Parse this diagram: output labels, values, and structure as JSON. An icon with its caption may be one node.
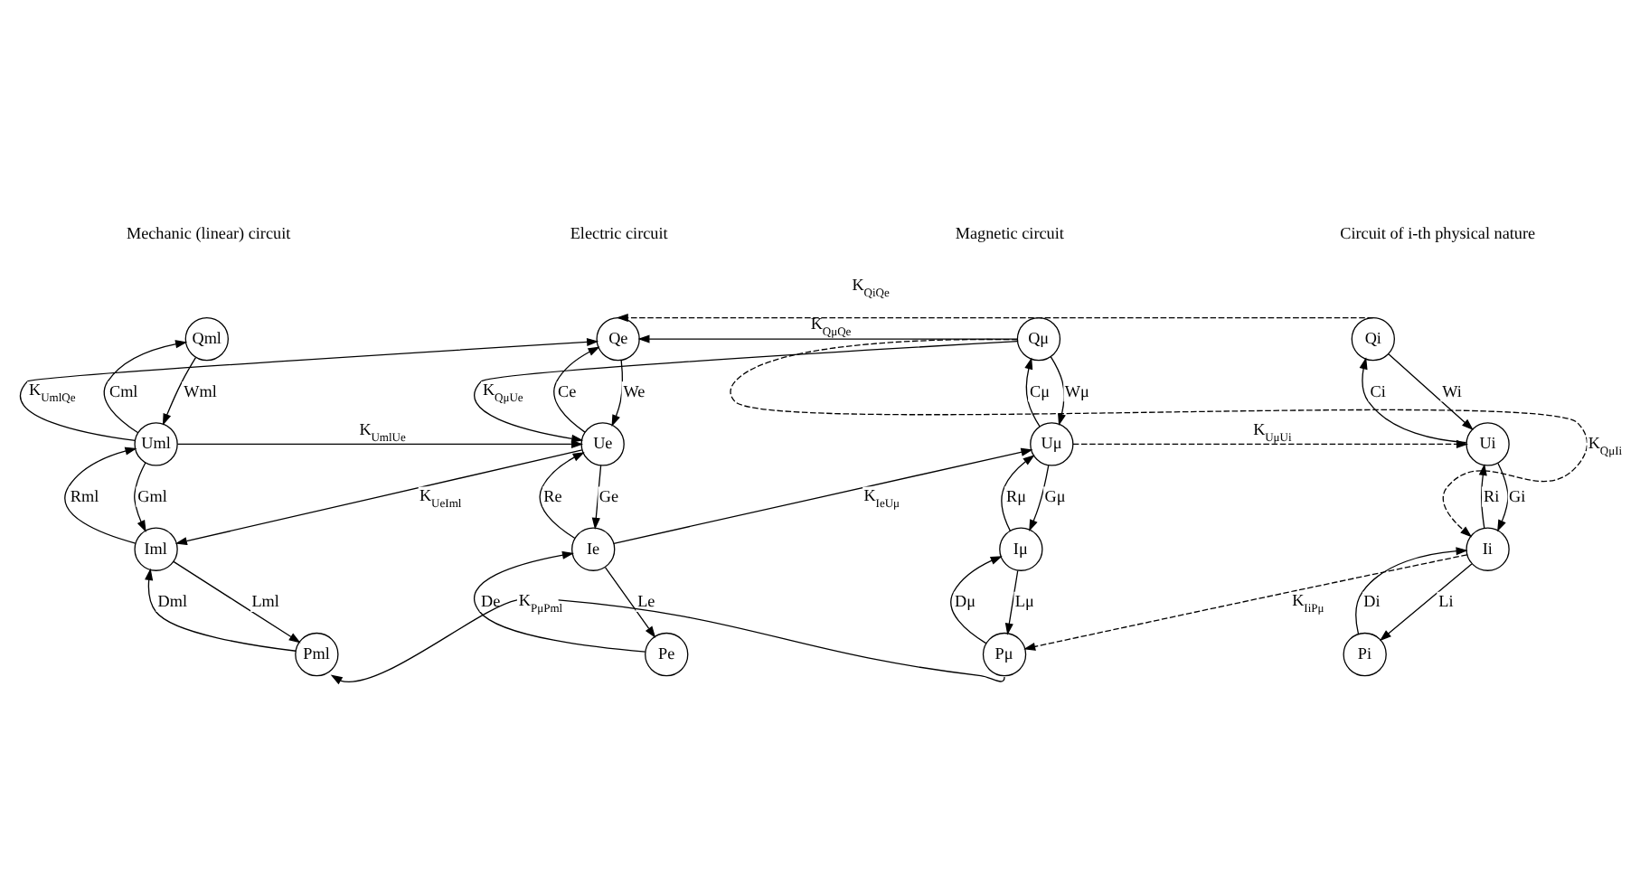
{
  "diagram": {
    "nodes": [
      {
        "text": [
          "Qml"
        ]
      },
      {
        "text": [
          "Uml"
        ]
      },
      {
        "text": [
          "Iml"
        ]
      },
      {
        "text": [
          "Pml"
        ]
      },
      {
        "text": [
          "Qe"
        ]
      },
      {
        "text": [
          "Ue"
        ]
      },
      {
        "text": [
          "Ie"
        ]
      },
      {
        "text": [
          "Pe"
        ]
      },
      {
        "text": [
          "Qμ"
        ]
      },
      {
        "text": [
          "Uμ"
        ]
      },
      {
        "text": [
          "Iμ"
        ]
      },
      {
        "text": [
          "Pμ"
        ]
      },
      {
        "text": [
          "Qi"
        ]
      },
      {
        "text": [
          "Ui"
        ]
      },
      {
        "text": [
          "Ii"
        ]
      },
      {
        "text": [
          "Pi"
        ]
      }
    ],
    "edges": [
      {
        "from": 0,
        "to": 1,
        "arrow": "to",
        "label": "Wml"
      },
      {
        "from": 1,
        "to": 0,
        "arrow": "to",
        "label": "Cml"
      },
      {
        "from": 1,
        "to": 2,
        "arrow": "to",
        "label": "Gml"
      },
      {
        "from": 2,
        "to": 1,
        "arrow": "to",
        "label": "Rml"
      },
      {
        "from": 2,
        "to": 3,
        "arrow": "to",
        "label": "Lml"
      },
      {
        "from": 3,
        "to": 2,
        "arrow": "to",
        "label": "Dml"
      },
      {
        "from": 4,
        "to": 5,
        "arrow": "to",
        "label": "We"
      },
      {
        "from": 5,
        "to": 4,
        "arrow": "to",
        "label": "Ce"
      },
      {
        "from": 5,
        "to": 6,
        "arrow": "to",
        "label": "Ge"
      },
      {
        "from": 6,
        "to": 5,
        "arrow": "to",
        "label": "Re"
      },
      {
        "from": 6,
        "to": 7,
        "arrow": "to",
        "label": "Le"
      },
      {
        "from": 7,
        "to": 6,
        "arrow": "to",
        "label": "De"
      },
      {
        "from": 8,
        "to": 9,
        "arrow": "to",
        "label": "Wμ"
      },
      {
        "from": 9,
        "to": 8,
        "arrow": "to",
        "label": "Cμ"
      },
      {
        "from": 9,
        "to": 10,
        "arrow": "to",
        "label": "Gμ"
      },
      {
        "from": 10,
        "to": 9,
        "arrow": "to",
        "label": "Rμ"
      },
      {
        "from": 10,
        "to": 11,
        "arrow": "to",
        "label": "Lμ"
      },
      {
        "from": 11,
        "to": 10,
        "arrow": "to",
        "label": "Dμ"
      },
      {
        "from": 12,
        "to": 13,
        "arrow": "to",
        "label": "Wi"
      },
      {
        "from": 13,
        "to": 12,
        "arrow": "to",
        "label": "Ci"
      },
      {
        "from": 13,
        "to": 14,
        "arrow": "to",
        "label": "Gi"
      },
      {
        "from": 14,
        "to": 13,
        "arrow": "to",
        "label": "Ri"
      },
      {
        "from": 14,
        "to": 15,
        "arrow": "to",
        "label": "Li"
      },
      {
        "from": 15,
        "to": 14,
        "arrow": "to",
        "label": "Di"
      },
      {
        "from": 12,
        "to": 4,
        "arrow": "to",
        "label": "K$_{QiQe}$",
        "style": "dashed"
      },
      {
        "from": 1,
        "to": 4,
        "arrow": "to",
        "label": "K$_{UmlQe}$"
      },
      {
        "from": 8,
        "to": 4,
        "arrow": "to",
        "label": "K$_{QμQe}$"
      },
      {
        "from": 8,
        "to": 5,
        "arrow": "to",
        "label": "K$_{QμUe}$"
      },
      {
        "from": 8,
        "to": 14,
        "arrow": "to",
        "label": "K$_{QμIi}$",
        "style": "dashed"
      },
      {
        "from": 1,
        "to": 5,
        "arrow": "to",
        "label": "K$_{UmlUe}$"
      },
      {
        "from": 9,
        "to": 13,
        "arrow": "to",
        "label": "K$_{UμUi}$",
        "style": "dashed"
      },
      {
        "from": 5,
        "to": 2,
        "arrow": "to",
        "label": "K$_{UeIml}$"
      },
      {
        "from": 6,
        "to": 9,
        "arrow": "to",
        "label": "K$_{IeUμ}$"
      },
      {
        "from": 14,
        "to": 11,
        "arrow": "to",
        "label": "K$_{IiPμ}$",
        "style": "dashed"
      },
      {
        "from": 11,
        "to": 3,
        "arrow": "to",
        "label": "K$_{PμPml}$"
      }
    ],
    "labels": [
      "Mechanic (linear) circuit",
      "Electric circuit",
      "Magnetic circuit",
      "Circuit of i-th physical nature"
    ]
  }
}
